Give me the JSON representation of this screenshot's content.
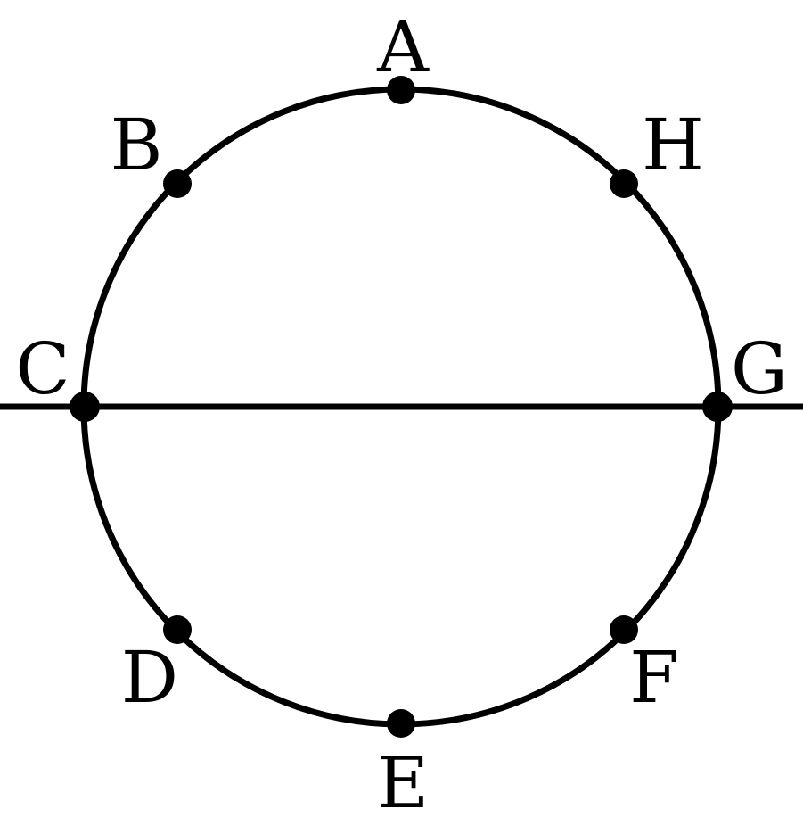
{
  "diagram": {
    "colors": {
      "stroke": "#000000",
      "background": "#ffffff"
    },
    "points": [
      {
        "id": "A",
        "label": "A"
      },
      {
        "id": "B",
        "label": "B"
      },
      {
        "id": "C",
        "label": "C"
      },
      {
        "id": "D",
        "label": "D"
      },
      {
        "id": "E",
        "label": "E"
      },
      {
        "id": "F",
        "label": "F"
      },
      {
        "id": "G",
        "label": "G"
      },
      {
        "id": "H",
        "label": "H"
      }
    ]
  }
}
